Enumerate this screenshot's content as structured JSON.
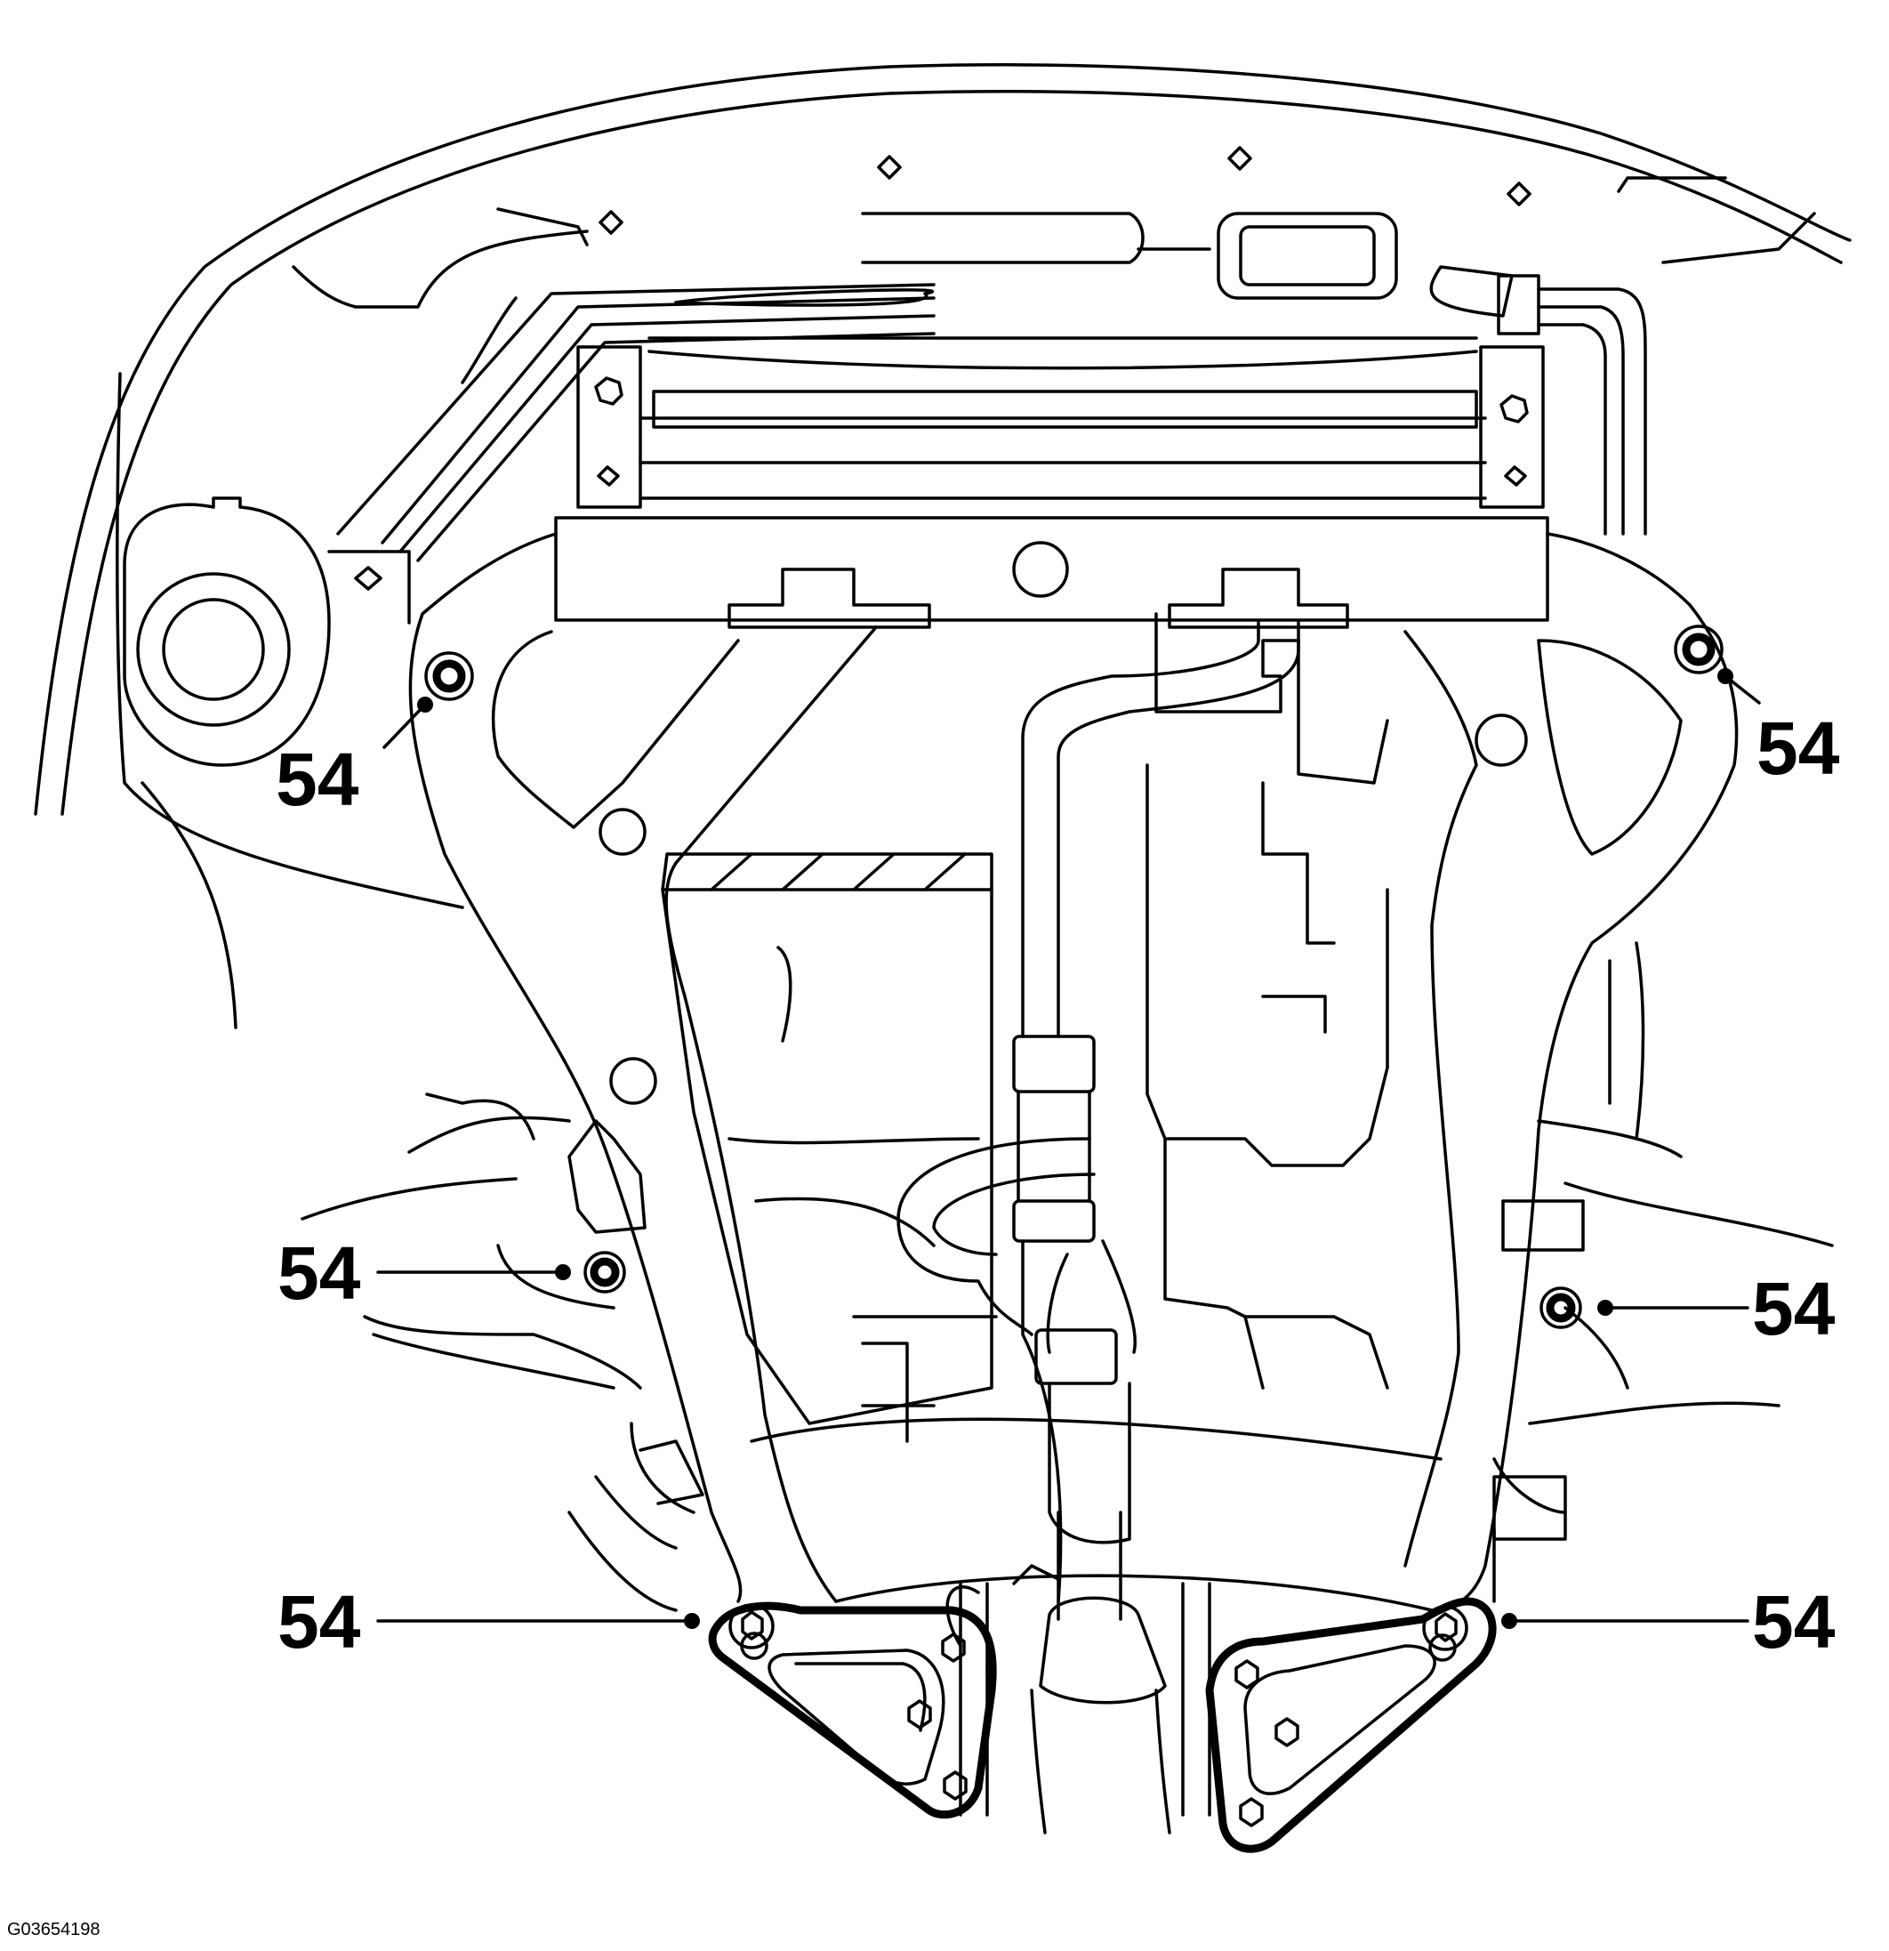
{
  "diagram": {
    "callouts": [
      {
        "id": "upper-left",
        "label": "54"
      },
      {
        "id": "upper-right",
        "label": "54"
      },
      {
        "id": "mid-left",
        "label": "54"
      },
      {
        "id": "mid-right",
        "label": "54"
      },
      {
        "id": "lower-left",
        "label": "54"
      },
      {
        "id": "lower-right",
        "label": "54"
      }
    ],
    "figure_id": "G03654198"
  }
}
